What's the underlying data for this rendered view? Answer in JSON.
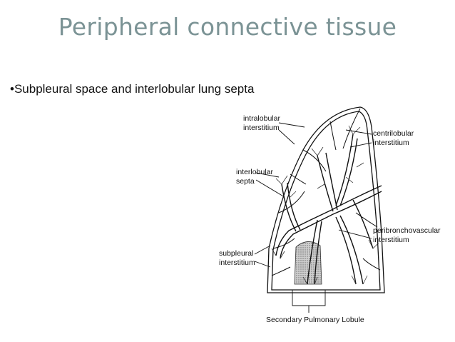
{
  "slide": {
    "title": "Peripheral connective tissue",
    "bullet_marker": "•",
    "bullet_text": "Subpleural space and interlobular lung septa"
  },
  "diagram": {
    "labels": {
      "intralobular_1": "intralobular",
      "intralobular_2": "interstitium",
      "centrilobular_1": "centrilobular",
      "centrilobular_2": "interstitium",
      "interlobular_1": "interlobular",
      "interlobular_2": "septa",
      "peribronchovascular_1": "peribronchovascular",
      "peribronchovascular_2": "interstitium",
      "subpleural_1": "subpleural",
      "subpleural_2": "interstitium",
      "secondary_lobule": "Secondary Pulmonary Lobule"
    }
  }
}
